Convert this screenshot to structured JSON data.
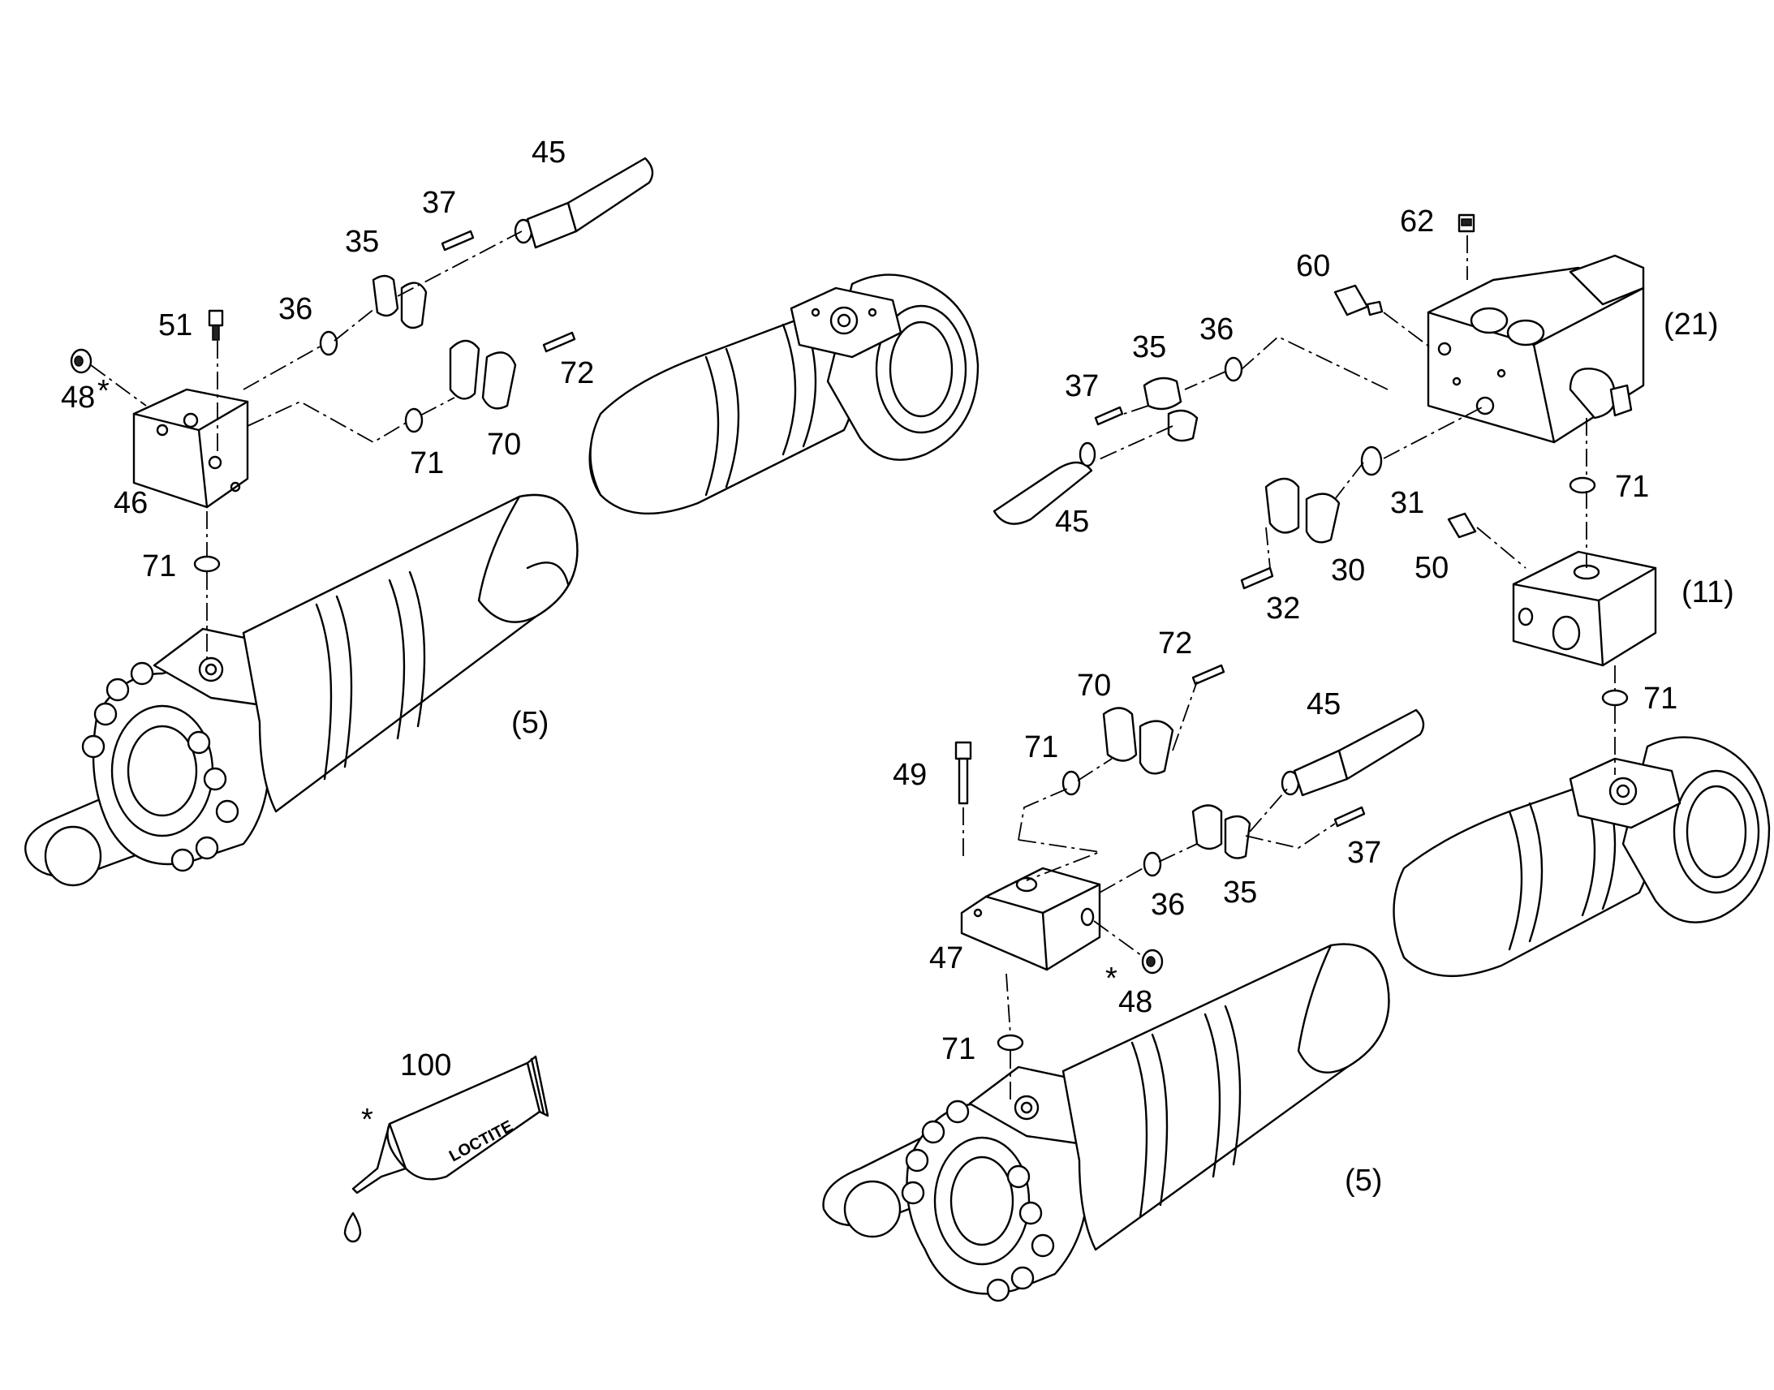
{
  "labels": {
    "n45_top": "45",
    "n37_top": "37",
    "n35_top": "35",
    "n51": "51",
    "n36_left": "36",
    "n72_left": "72",
    "n48_left": "48",
    "n48_left_star": "*",
    "n71_left_a": "71",
    "n70_left": "70",
    "n46": "46",
    "n71_left_b": "71",
    "n5_left": "(5)",
    "n62": "62",
    "n60": "60",
    "n35_right": "35",
    "n36_right": "36",
    "n21": "(21)",
    "n37_right": "37",
    "n45_right": "45",
    "n31": "31",
    "n71_right_a": "71",
    "n30": "30",
    "n50": "50",
    "n11": "(11)",
    "n32": "32",
    "n72_mid": "72",
    "n70_mid": "70",
    "n45_mid": "45",
    "n71_mid": "71",
    "n71_right_b": "71",
    "n49": "49",
    "n37_mid": "37",
    "n36_mid": "36",
    "n35_mid": "35",
    "n47": "47",
    "n48_mid_star": "*",
    "n48_mid": "48",
    "n71_bottom": "71",
    "n100": "100",
    "n100_star": "*",
    "n5_right": "(5)",
    "tube_brand": "LOCTITE"
  }
}
